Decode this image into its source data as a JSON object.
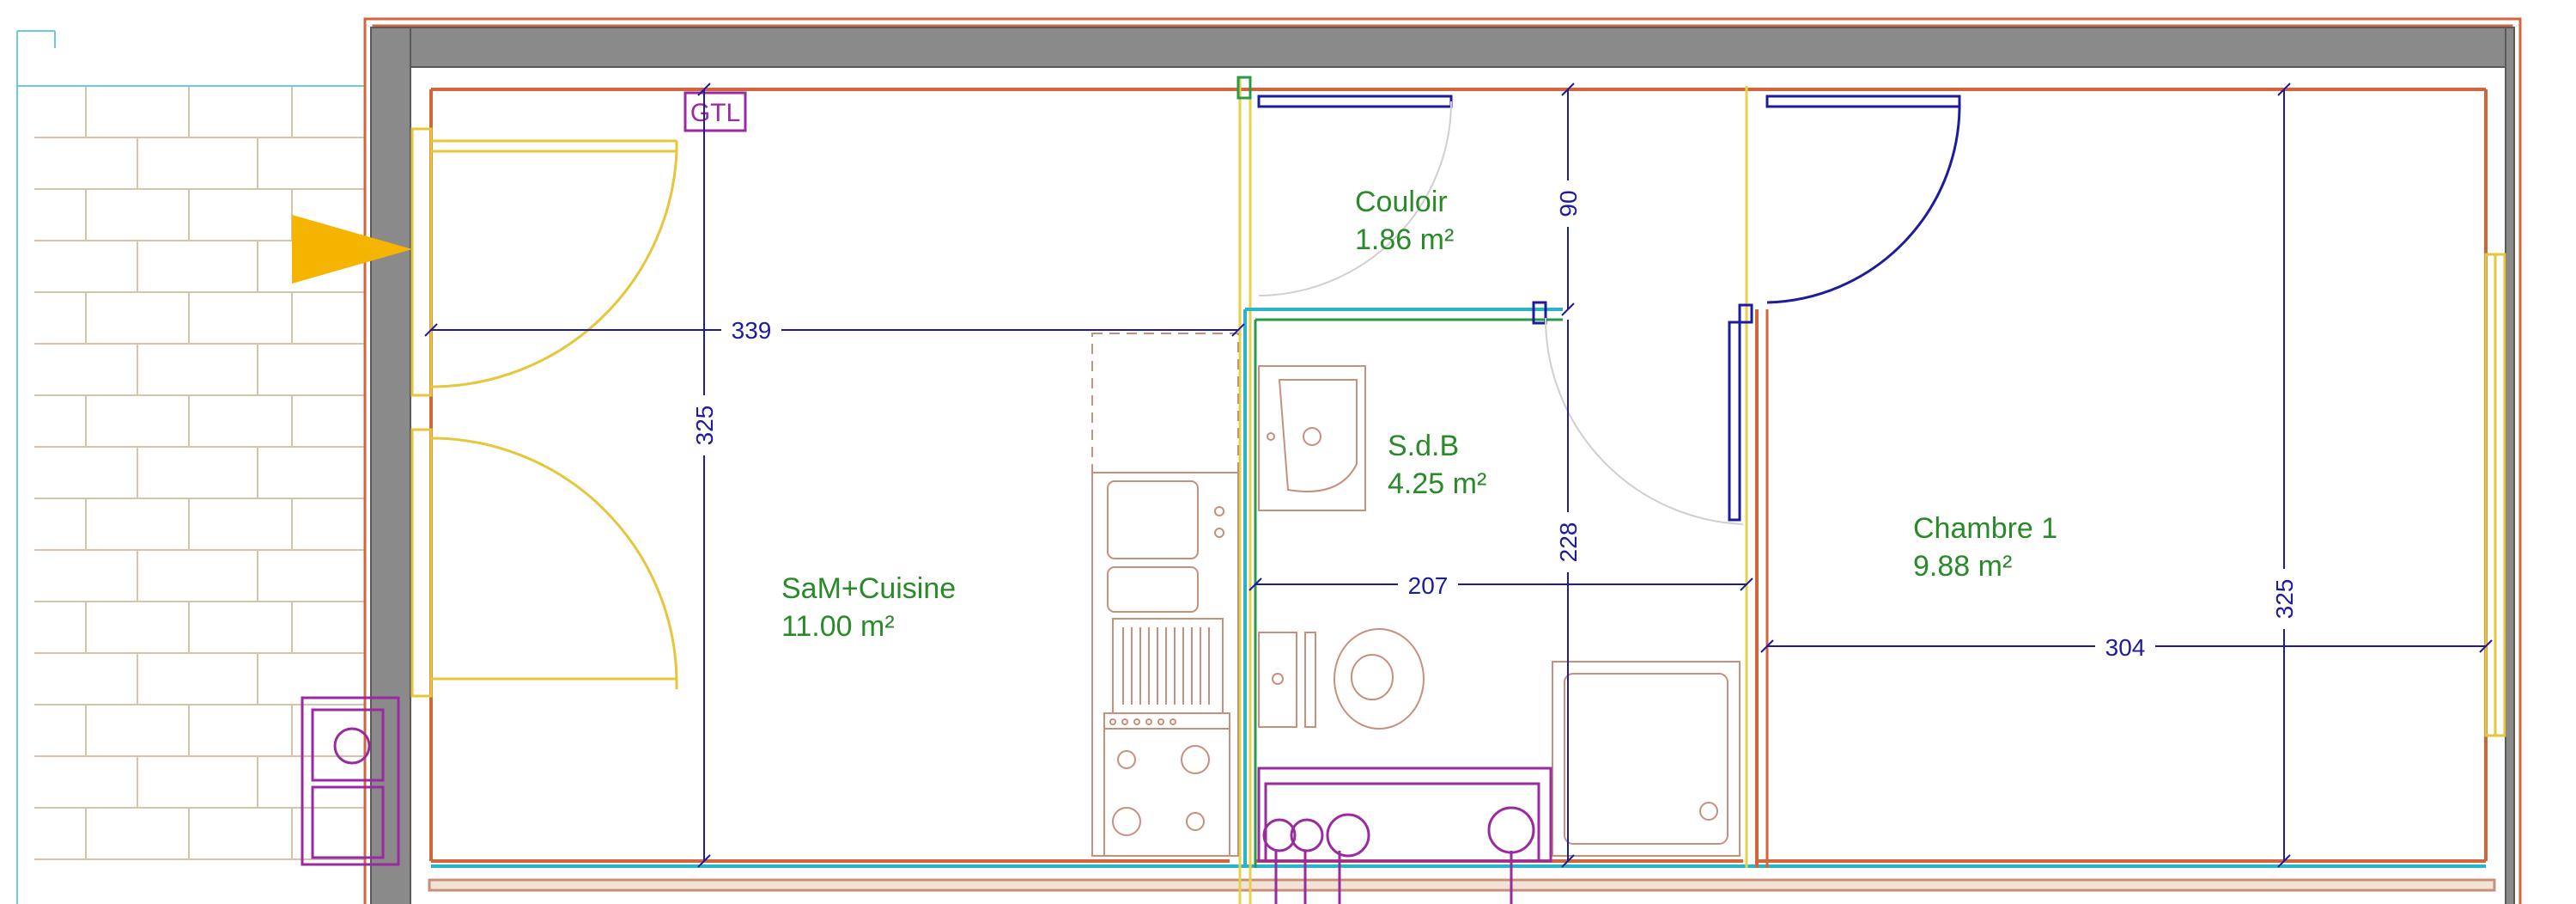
{
  "tag": "GTL",
  "rooms": {
    "sam_cuisine": {
      "name": "SaM+Cuisine",
      "area": "11.00 m²"
    },
    "couloir": {
      "name": "Couloir",
      "area": "1.86 m²"
    },
    "sdb": {
      "name": "S.d.B",
      "area": "4.25 m²"
    },
    "chambre1": {
      "name": "Chambre 1",
      "area": "9.88 m²"
    }
  },
  "dimensions": {
    "d339": "339",
    "d325_left": "325",
    "d90": "90",
    "d228": "228",
    "d207": "207",
    "d304": "304",
    "d325_right": "325"
  },
  "colors": {
    "wall_fill": "#8a8a8a",
    "outer_line": "#d2653c",
    "dimension_line": "#1c1c9c",
    "room_text": "#2a8a2a",
    "door": "#e6c63c",
    "fixture": "#c8907a",
    "entrance_arrow": "#f5b400",
    "tag": "#9a2aa0",
    "cyan_line": "#2ab4c8"
  },
  "icons": [
    "entrance-arrow-icon",
    "sink-icon",
    "toilet-icon",
    "shower-tray-icon",
    "stove-icon",
    "double-sink-icon"
  ]
}
